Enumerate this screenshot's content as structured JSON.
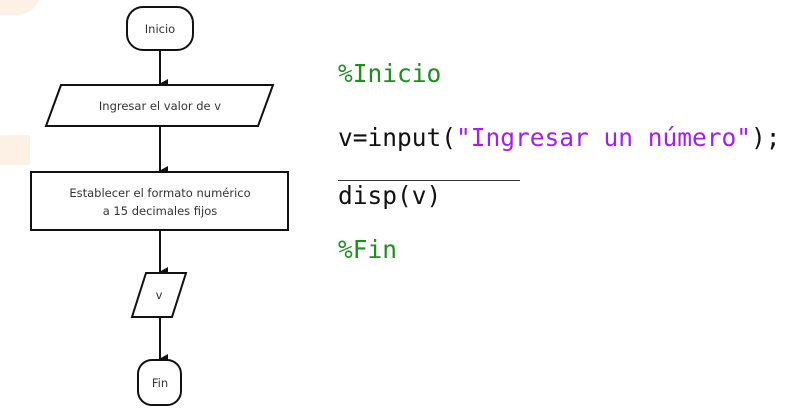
{
  "flowchart": {
    "start": "Inicio",
    "input": "Ingresar el valor de v",
    "process_line1": "Establecer el formato numérico",
    "process_line2": "a 15 decimales fijos",
    "output": "v",
    "end": "Fin"
  },
  "code": {
    "line1": "%Inicio",
    "line2_prefix": "v=input(",
    "line2_string": "\"Ingresar un número\"",
    "line2_suffix": ");",
    "line4": "disp(v)",
    "line5": "%Fin"
  },
  "colors": {
    "comment": "#228b22",
    "string": "#a020f0"
  }
}
